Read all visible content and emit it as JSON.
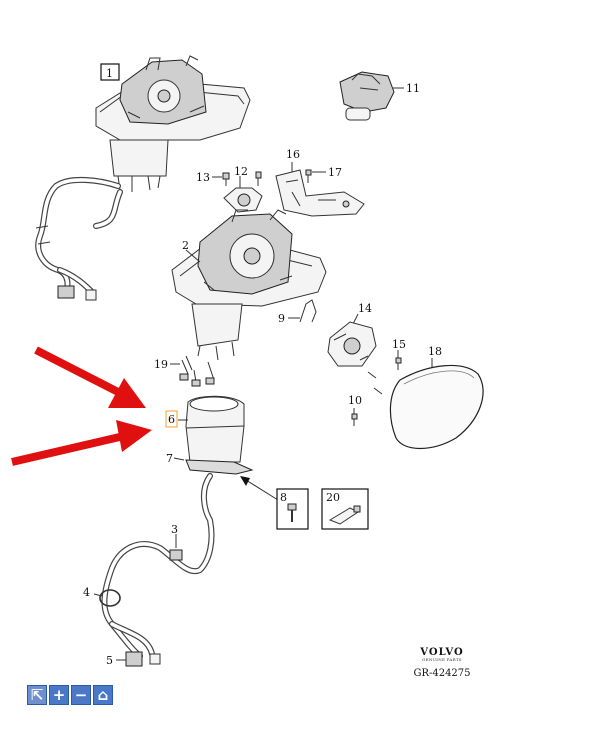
{
  "callouts": {
    "n1": "1",
    "n2": "2",
    "n3": "3",
    "n4": "4",
    "n5": "5",
    "n6": "6",
    "n7": "7",
    "n8": "8",
    "n9": "9",
    "n10": "10",
    "n11": "11",
    "n12": "12",
    "n13": "13",
    "n14": "14",
    "n15": "15",
    "n16": "16",
    "n17": "17",
    "n18": "18",
    "n19": "19",
    "n20": "20"
  },
  "brand": {
    "name": "VOLVO",
    "subtitle": "GENUINE PARTS",
    "code": "GR-424275"
  },
  "toolbar": {
    "buttons": [
      {
        "name": "select",
        "icon": "cursor-icon",
        "glyph": "⇱"
      },
      {
        "name": "zoom-in",
        "icon": "plus-icon",
        "glyph": "+"
      },
      {
        "name": "zoom-out",
        "icon": "minus-icon",
        "glyph": "−"
      },
      {
        "name": "home",
        "icon": "home-icon",
        "glyph": "⌂"
      }
    ]
  },
  "colors": {
    "arrow": "#e01010",
    "toolbar": "#4a78c8",
    "highlight_box": "#f0a030"
  }
}
